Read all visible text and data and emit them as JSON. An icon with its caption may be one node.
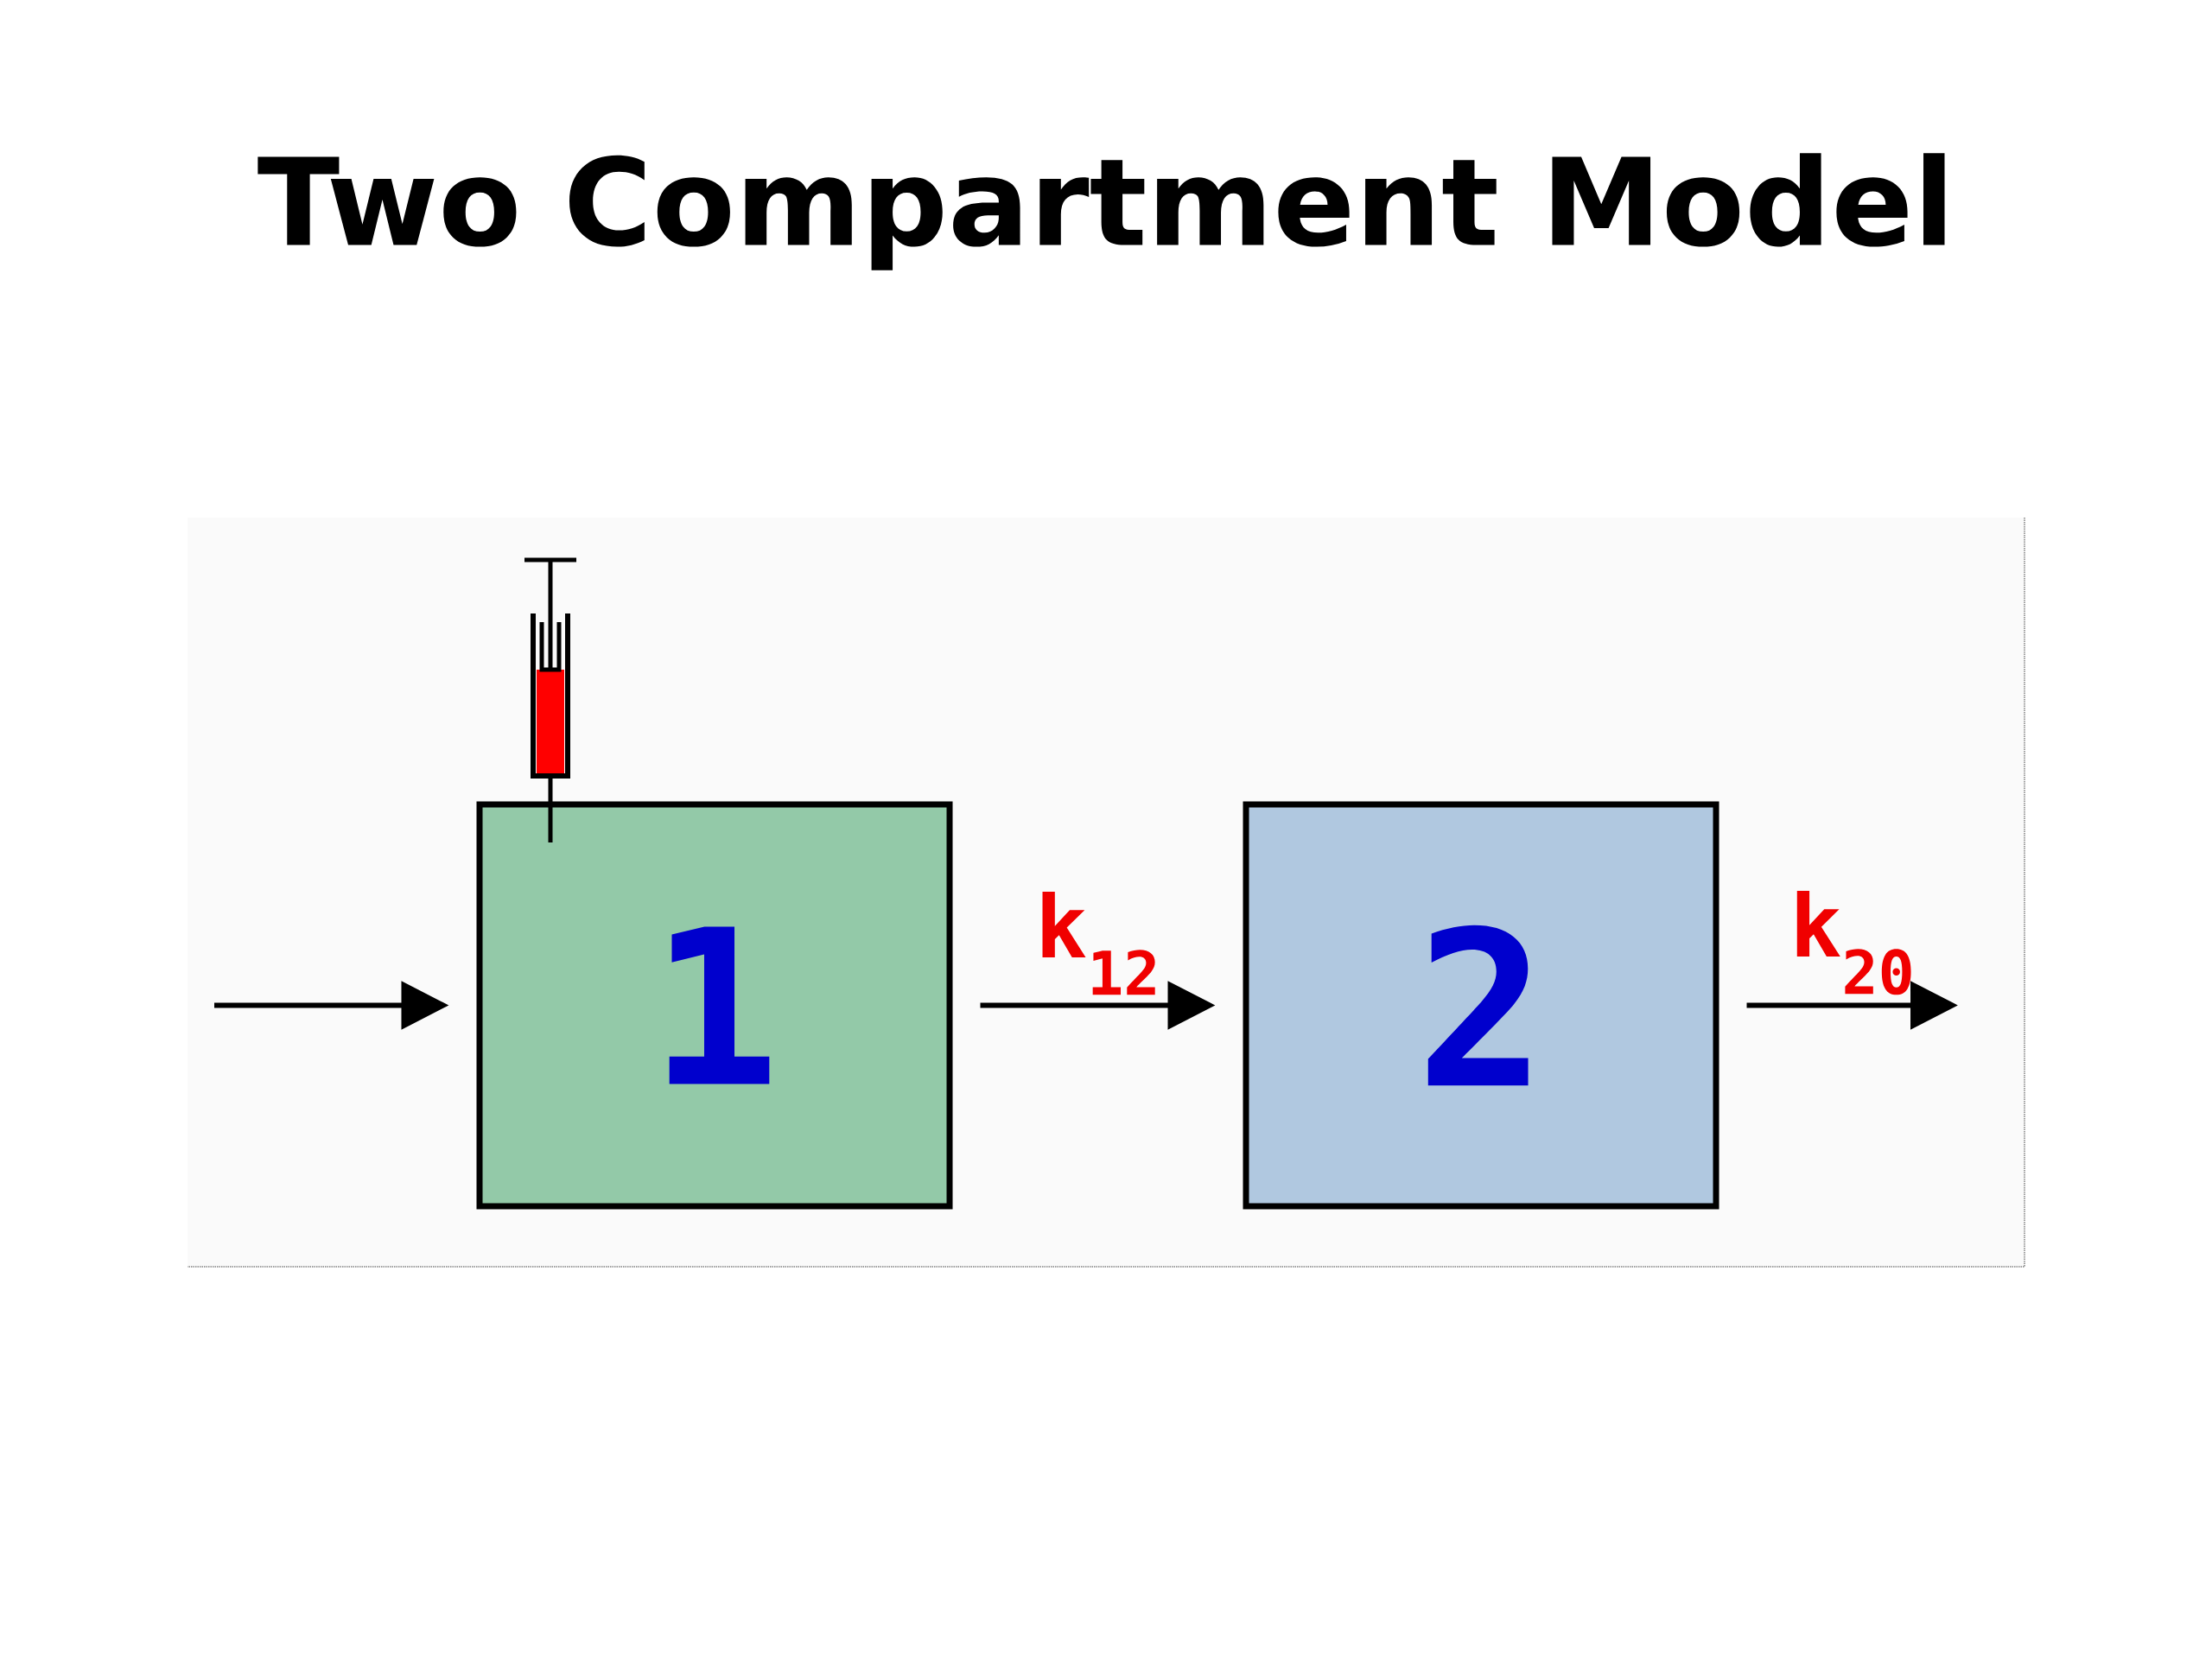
{
  "diagram": {
    "title": "Two Compartment Model",
    "nodes": [
      {
        "text": [
          "1"
        ]
      },
      {
        "text": [
          "2"
        ]
      }
    ],
    "edges": [
      {
        "from": null,
        "to": 0,
        "arrow": "to"
      },
      {
        "from": 0,
        "to": 1,
        "arrow": "to",
        "label": "k$_{12}$"
      },
      {
        "from": 1,
        "to": null,
        "arrow": "to",
        "label": "k$_{20}$"
      }
    ]
  }
}
